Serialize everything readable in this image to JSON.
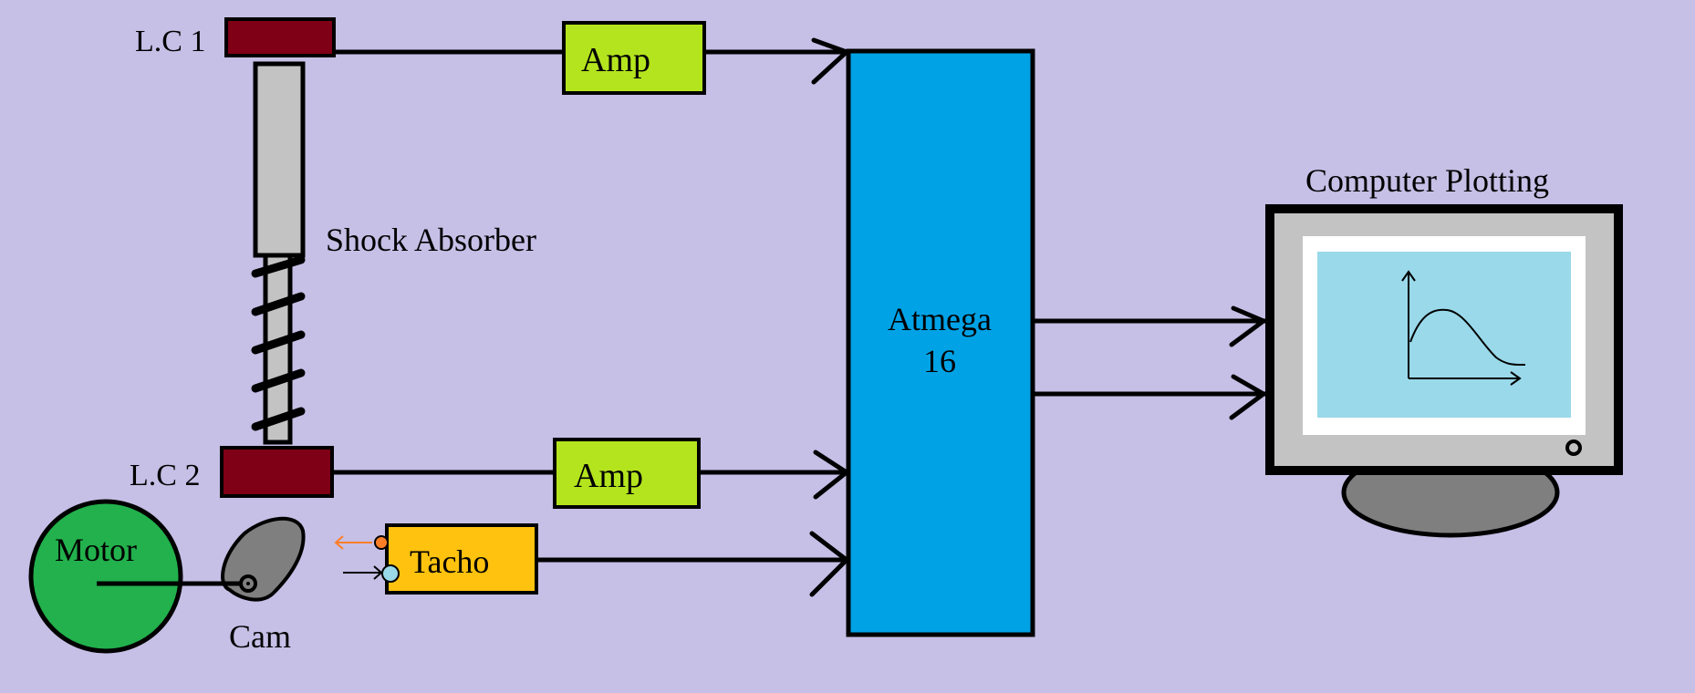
{
  "diagram": {
    "load_cell_1": "L.C 1",
    "load_cell_2": "L.C 2",
    "shock_absorber": "Shock Absorber",
    "amp_1": "Amp",
    "amp_2": "Amp",
    "microcontroller": {
      "line1": "Atmega",
      "line2": "16"
    },
    "computer": "Computer Plotting",
    "motor": "Motor",
    "cam": "Cam",
    "tacho": "Tacho"
  },
  "colors": {
    "background": "#c6bfe6",
    "load_cell": "#7f0016",
    "amp": "#b4e41e",
    "atmega": "#00a2e6",
    "tacho": "#ffc20e",
    "motor": "#22b14c",
    "cam": "#7f7f7f",
    "shock_body": "#c3c3c3",
    "screen": "#99d9ea",
    "monitor_frame": "#c3c3c3",
    "monitor_stand": "#7f7f7f",
    "tacho_emitter": "#ff7f27",
    "tacho_receiver": "#99d9ea"
  }
}
